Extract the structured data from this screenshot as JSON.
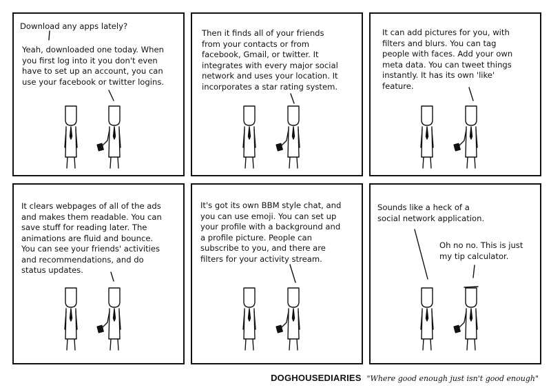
{
  "comic": {
    "panels": [
      {
        "lines": [
          "Download any apps lately?",
          "Yeah, downloaded one today. When\nyou first log into it you don't even\nhave to set up an account, you can\nuse your facebook or twitter logins."
        ]
      },
      {
        "lines": [
          "Then it finds all of your friends\nfrom your contacts or from\nfacebook, Gmail, or twitter. It\nintegrates with every major social\nnetwork and uses your location. It\nincorporates a star rating system."
        ]
      },
      {
        "lines": [
          "It can add pictures for you, with\nfilters and blurs. You can tag\npeople with faces. Add your own\nmeta data. You can tweet things\ninstantly. It has its own 'like'\nfeature."
        ]
      },
      {
        "lines": [
          "It clears webpages of all of the ads\nand makes them readable. You can\nsave stuff for reading later. The\nanimations are fluid and bounce.\nYou can see your friends' activities\nand recommendations, and do\nstatus updates."
        ]
      },
      {
        "lines": [
          "It's got its own BBM style chat, and\nyou can use emoji. You can set up\nyour profile with a background and\na profile picture. People can\nsubscribe to you, and there are\nfilters for your activity stream."
        ]
      },
      {
        "lines": [
          "Sounds like a heck of a\nsocial network application.",
          "Oh no no. This is just\nmy tip calculator."
        ]
      }
    ]
  },
  "footer": {
    "brand": "DOGHOUSEDIARIES",
    "tagline": "\"Where good enough just isn't good enough\""
  }
}
